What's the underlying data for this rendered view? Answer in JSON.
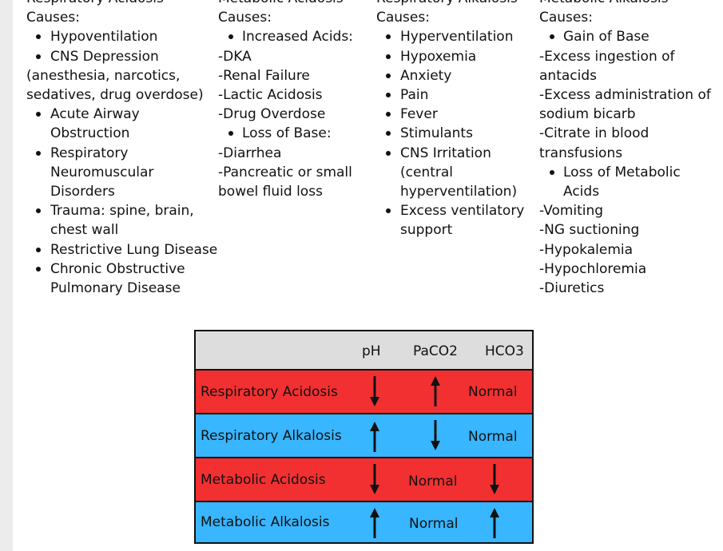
{
  "columns": {
    "respiratory_acidosis": {
      "heading": "Respiratory Acidosis",
      "causes_label": "Causes:",
      "items": [
        {
          "type": "bullet",
          "text": "Hypoventilation"
        },
        {
          "type": "bullet",
          "text": "CNS Depression"
        },
        {
          "type": "plain",
          "text": "(anesthesia, narcotics,"
        },
        {
          "type": "plain",
          "text": "sedatives, drug overdose)"
        },
        {
          "type": "bullet",
          "text": "Acute Airway Obstruction"
        },
        {
          "type": "bullet",
          "text": "Respiratory Neuromuscular Disorders"
        },
        {
          "type": "bullet",
          "text": "Trauma: spine, brain, chest wall"
        },
        {
          "type": "bullet",
          "text": "Restrictive Lung Disease"
        },
        {
          "type": "bullet",
          "text": "Chronic Obstructive Pulmonary Disease"
        }
      ]
    },
    "metabolic_acidosis": {
      "heading": "Metabolic Acidosis",
      "causes_label": "Causes:",
      "items": [
        {
          "type": "bullet",
          "text": "Increased Acids:"
        },
        {
          "type": "plain",
          "text": "-DKA"
        },
        {
          "type": "plain",
          "text": "-Renal Failure"
        },
        {
          "type": "plain",
          "text": "-Lactic Acidosis"
        },
        {
          "type": "plain",
          "text": "-Drug Overdose"
        },
        {
          "type": "bullet",
          "text": "Loss of Base:"
        },
        {
          "type": "plain",
          "text": "-Diarrhea"
        },
        {
          "type": "plain",
          "text": "-Pancreatic or small"
        },
        {
          "type": "plain",
          "text": "bowel fluid loss"
        }
      ]
    },
    "respiratory_alkalosis": {
      "heading": "Respiratory Alkalosis",
      "causes_label": "Causes:",
      "items": [
        {
          "type": "bullet",
          "text": "Hyperventilation"
        },
        {
          "type": "bullet",
          "text": "Hypoxemia"
        },
        {
          "type": "bullet",
          "text": "Anxiety"
        },
        {
          "type": "bullet",
          "text": "Pain"
        },
        {
          "type": "bullet",
          "text": "Fever"
        },
        {
          "type": "bullet",
          "text": "Stimulants"
        },
        {
          "type": "bullet",
          "text": "CNS Irritation (central hyperventilation)"
        },
        {
          "type": "bullet",
          "text": "Excess ventilatory support"
        }
      ]
    },
    "metabolic_alkalosis": {
      "heading": "Metabolic Alkalosis",
      "causes_label": "Causes:",
      "items": [
        {
          "type": "bullet",
          "text": "Gain of Base"
        },
        {
          "type": "plain",
          "text": "-Excess ingestion of"
        },
        {
          "type": "plain",
          "text": "antacids"
        },
        {
          "type": "plain",
          "text": "-Excess administration of"
        },
        {
          "type": "plain",
          "text": "sodium bicarb"
        },
        {
          "type": "plain",
          "text": "-Citrate in blood"
        },
        {
          "type": "plain",
          "text": "transfusions"
        },
        {
          "type": "bullet",
          "text": "Loss of Metabolic Acids"
        },
        {
          "type": "plain",
          "text": "-Vomiting"
        },
        {
          "type": "plain",
          "text": "-NG suctioning"
        },
        {
          "type": "plain",
          "text": "-Hypokalemia"
        },
        {
          "type": "plain",
          "text": "-Hypochloremia"
        },
        {
          "type": "plain",
          "text": "-Diuretics"
        }
      ]
    }
  },
  "table": {
    "headers": [
      "pH",
      "PaCO2",
      "HCO3"
    ],
    "rows": [
      {
        "label": "Respiratory Acidosis",
        "ph": "down",
        "paco2": "up",
        "hco3": "Normal"
      },
      {
        "label": "Respiratory Alkalosis",
        "ph": "up",
        "paco2": "down",
        "hco3": "Normal"
      },
      {
        "label": "Metabolic Acidosis",
        "ph": "down",
        "paco2": "Normal",
        "hco3": "down"
      },
      {
        "label": "Metabolic Alkalosis",
        "ph": "up",
        "paco2": "Normal",
        "hco3": "up"
      }
    ],
    "colors": {
      "header_bg": "#dddddd",
      "acidosis_bg": "#f23031",
      "alkalosis_bg": "#38b6ff",
      "border": "#111111"
    },
    "arrow_icons": {
      "up": "arrow-up-icon",
      "down": "arrow-down-icon"
    }
  }
}
